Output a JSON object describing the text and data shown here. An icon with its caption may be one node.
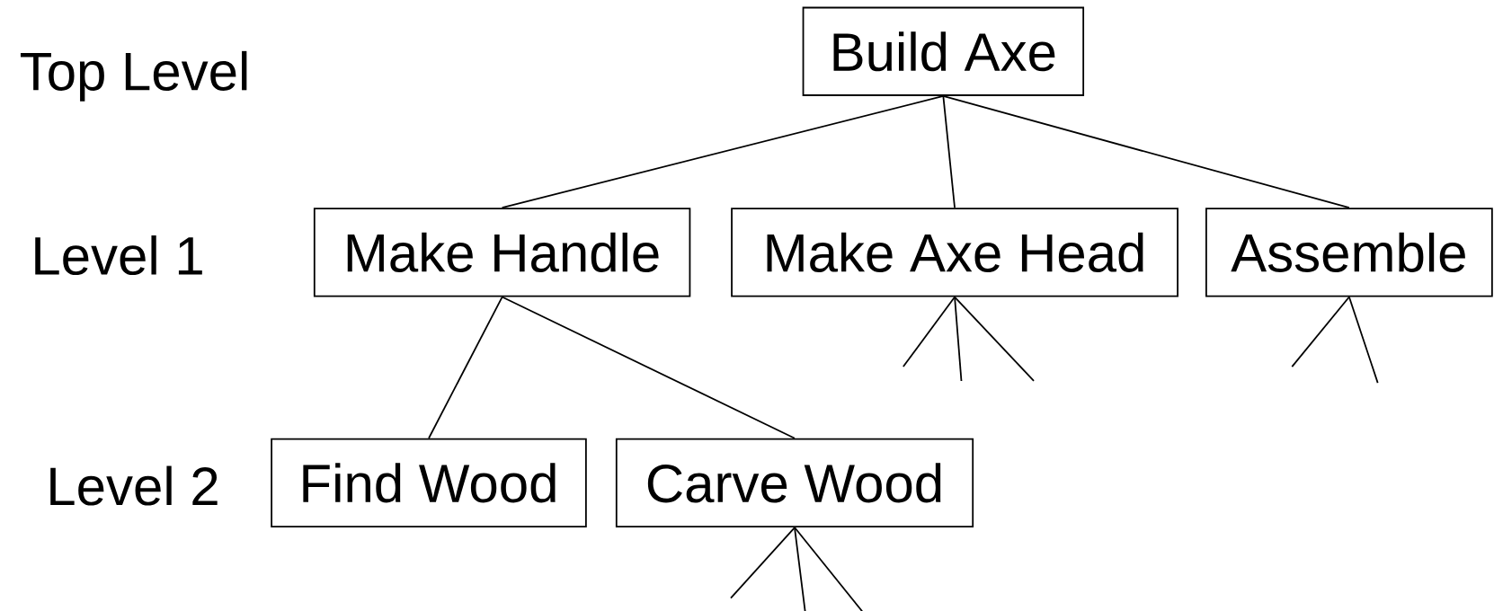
{
  "diagram": {
    "nodes": [
      {
        "text": [
          "Build Axe"
        ]
      },
      {
        "text": [
          "Make Handle"
        ]
      },
      {
        "text": [
          "Make Axe Head"
        ]
      },
      {
        "text": [
          "Assemble"
        ]
      },
      {
        "text": [
          "Find Wood"
        ]
      },
      {
        "text": [
          "Carve Wood"
        ]
      }
    ],
    "edges": [
      {
        "from": 0,
        "to": 1,
        "arrow": "none"
      },
      {
        "from": 0,
        "to": 2,
        "arrow": "none"
      },
      {
        "from": 0,
        "to": 3,
        "arrow": "none"
      },
      {
        "from": 1,
        "to": 4,
        "arrow": "none"
      },
      {
        "from": 1,
        "to": 5,
        "arrow": "none"
      },
      {
        "from": 2,
        "to": null,
        "arrow": "none"
      },
      {
        "from": 2,
        "to": null,
        "arrow": "none"
      },
      {
        "from": 2,
        "to": null,
        "arrow": "none"
      },
      {
        "from": 3,
        "to": null,
        "arrow": "none"
      },
      {
        "from": 3,
        "to": null,
        "arrow": "none"
      },
      {
        "from": 5,
        "to": null,
        "arrow": "none"
      },
      {
        "from": 5,
        "to": null,
        "arrow": "none"
      },
      {
        "from": 5,
        "to": null,
        "arrow": "none"
      }
    ],
    "labels": [
      "Top Level",
      "Level 1",
      "Level 2"
    ]
  }
}
